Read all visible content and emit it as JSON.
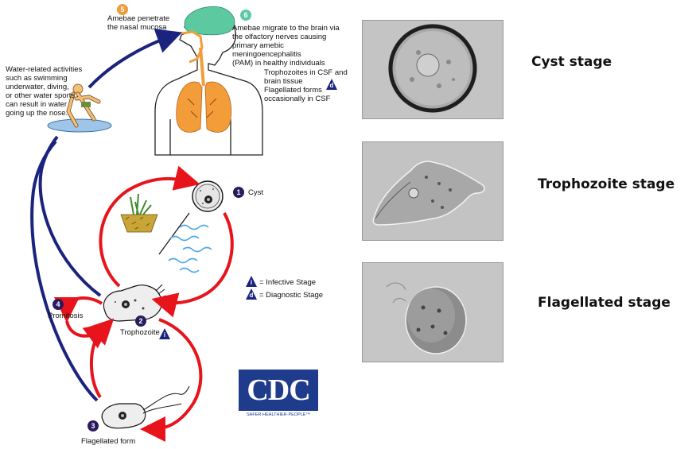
{
  "lifecycle": {
    "step5": {
      "num": "5",
      "text": "Amebae penetrate\nthe nasal mucosa"
    },
    "step6": {
      "num": "6",
      "text": "Amebae migrate to the brain via\nthe olfactory nerves causing\nprimary amebic meningoencephalitis\n(PAM) in healthy individuals"
    },
    "csf_text": "Trophozoites in CSF and\nbrain tissue\nFlagellated forms\noccasionally in CSF",
    "water_text": "Water-related activities\nsuch as swimming\nunderwater, diving,\nor other water sports\ncan result in water\ngoing up the nose.",
    "step1": {
      "num": "1",
      "label": "Cyst"
    },
    "step2": {
      "num": "2",
      "label": "Trophozoite"
    },
    "step3": {
      "num": "3",
      "label": "Flagellated form"
    },
    "step4": {
      "num": "4",
      "label": "Promitosis"
    },
    "legend": {
      "i_letter": "i",
      "d_letter": "d",
      "infective": "= Infective Stage",
      "diagnostic": "= Diagnostic Stage"
    },
    "logo": {
      "text": "CDC",
      "tagline": "SAFER·HEALTHIER·PEOPLE™"
    }
  },
  "stages": [
    {
      "label": "Cyst stage"
    },
    {
      "label": "Trophozoite stage"
    },
    {
      "label": "Flagellated stage"
    }
  ],
  "colors": {
    "red_arrow": "#e8141b",
    "blue_arrow": "#1a237e",
    "lung": "#f29d3a",
    "brain": "#5dc9a0",
    "badge": "#2a1a5e"
  }
}
